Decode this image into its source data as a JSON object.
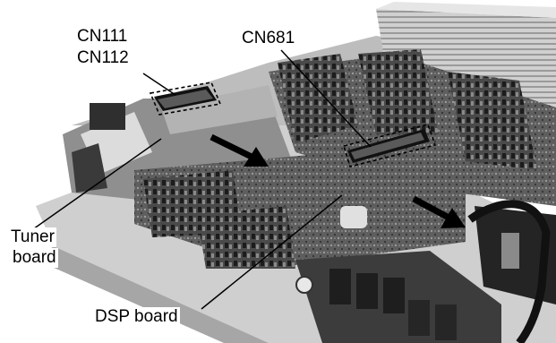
{
  "labels": {
    "cn111": "CN111",
    "cn112": "CN112",
    "cn681": "CN681",
    "tuner_line1": "Tuner",
    "tuner_line2": "board",
    "dsp": "DSP board"
  },
  "colors": {
    "ink": "#000000",
    "background": "#ffffff",
    "chassis": "#bfbfbf",
    "board": "#6e6e6e",
    "dark": "#262626",
    "mid": "#8c8c8c",
    "light": "#d9d9d9"
  }
}
